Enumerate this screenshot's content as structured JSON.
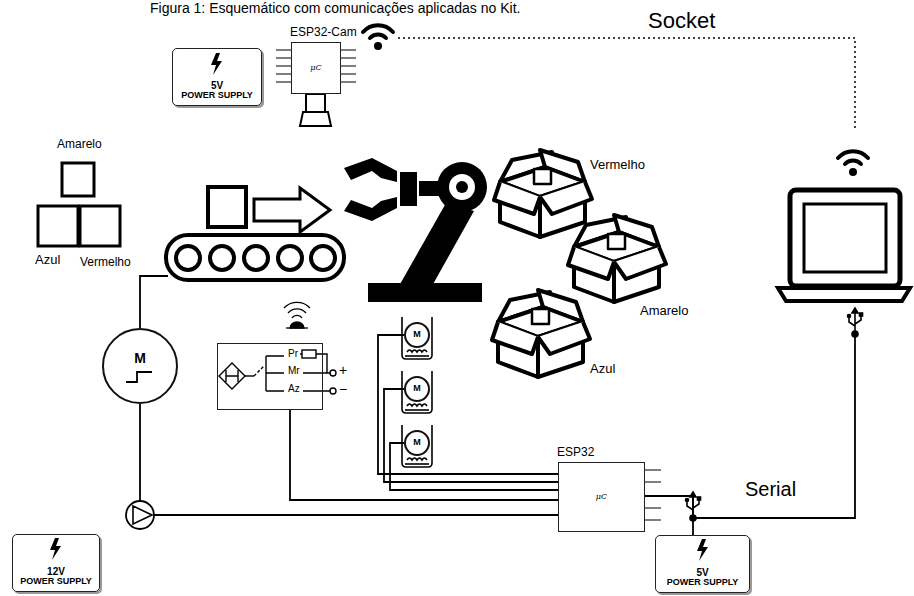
{
  "diagram": {
    "title": "Figura 1: Esquemático com comunicações aplicadas no Kit.",
    "nodes": [
      {
        "text": [
          "5V",
          "POWER SUPPLY"
        ]
      },
      {
        "text": [
          "ESP32-Cam",
          "μC"
        ]
      },
      {
        "text": [
          "M"
        ]
      },
      {
        "text": [
          "Pr",
          "Mr",
          "Az"
        ]
      },
      {
        "text": [
          "M"
        ]
      },
      {
        "text": [
          "M"
        ]
      },
      {
        "text": [
          "M"
        ]
      },
      {
        "text": [
          "ESP32",
          "μC"
        ]
      },
      {
        "text": [
          "5V",
          "POWER SUPPLY"
        ]
      },
      {
        "text": [
          "12V",
          "POWER SUPPLY"
        ]
      }
    ],
    "edges": [
      {
        "from": 2,
        "to": 7,
        "arrow": "none"
      },
      {
        "from": 3,
        "to": 7,
        "arrow": "none"
      },
      {
        "from": 4,
        "to": 7,
        "arrow": "none"
      },
      {
        "from": 5,
        "to": 7,
        "arrow": "none"
      },
      {
        "from": 6,
        "to": 7,
        "arrow": "none"
      },
      {
        "from": 7,
        "to": 8,
        "arrow": "none"
      }
    ],
    "labels": [
      "Socket",
      "Amarelo",
      "Azul",
      "Vermelho",
      "Vermelho",
      "Amarelo",
      "Azul",
      "Serial",
      "+",
      "−"
    ]
  }
}
